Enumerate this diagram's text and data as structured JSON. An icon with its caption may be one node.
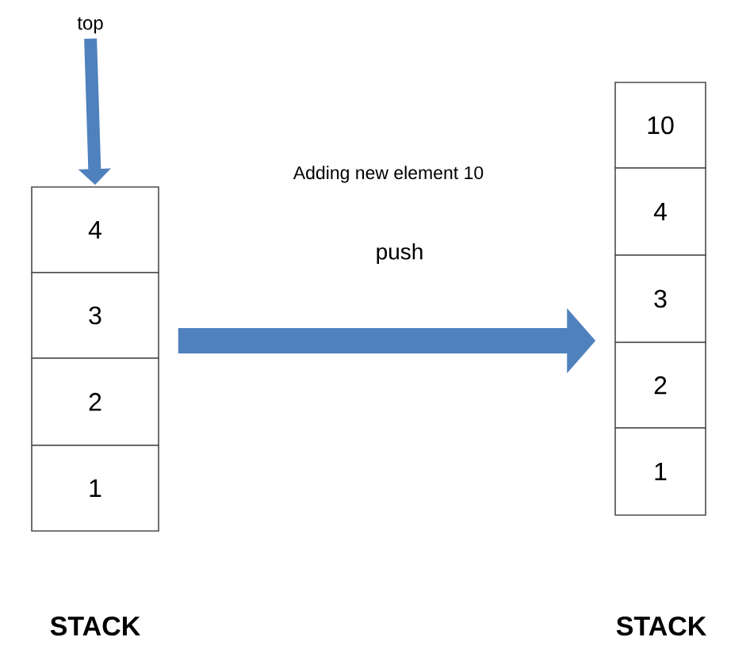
{
  "diagram": {
    "nodes": [
      {
        "text": [
          "top"
        ]
      },
      {
        "text": [
          "4"
        ]
      },
      {
        "text": [
          "3"
        ]
      },
      {
        "text": [
          "2"
        ]
      },
      {
        "text": [
          "1"
        ]
      },
      {
        "text": [
          "10"
        ]
      },
      {
        "text": [
          "4"
        ]
      },
      {
        "text": [
          "3"
        ]
      },
      {
        "text": [
          "2"
        ]
      },
      {
        "text": [
          "1"
        ]
      }
    ],
    "edges": [
      {
        "from": 0,
        "to": 1,
        "arrow": "to"
      },
      {
        "from": 2,
        "to": 7,
        "arrow": "to",
        "label": "push",
        "style": "thick"
      }
    ],
    "labels": [
      "Adding new element 10",
      "STACK",
      "STACK"
    ]
  }
}
